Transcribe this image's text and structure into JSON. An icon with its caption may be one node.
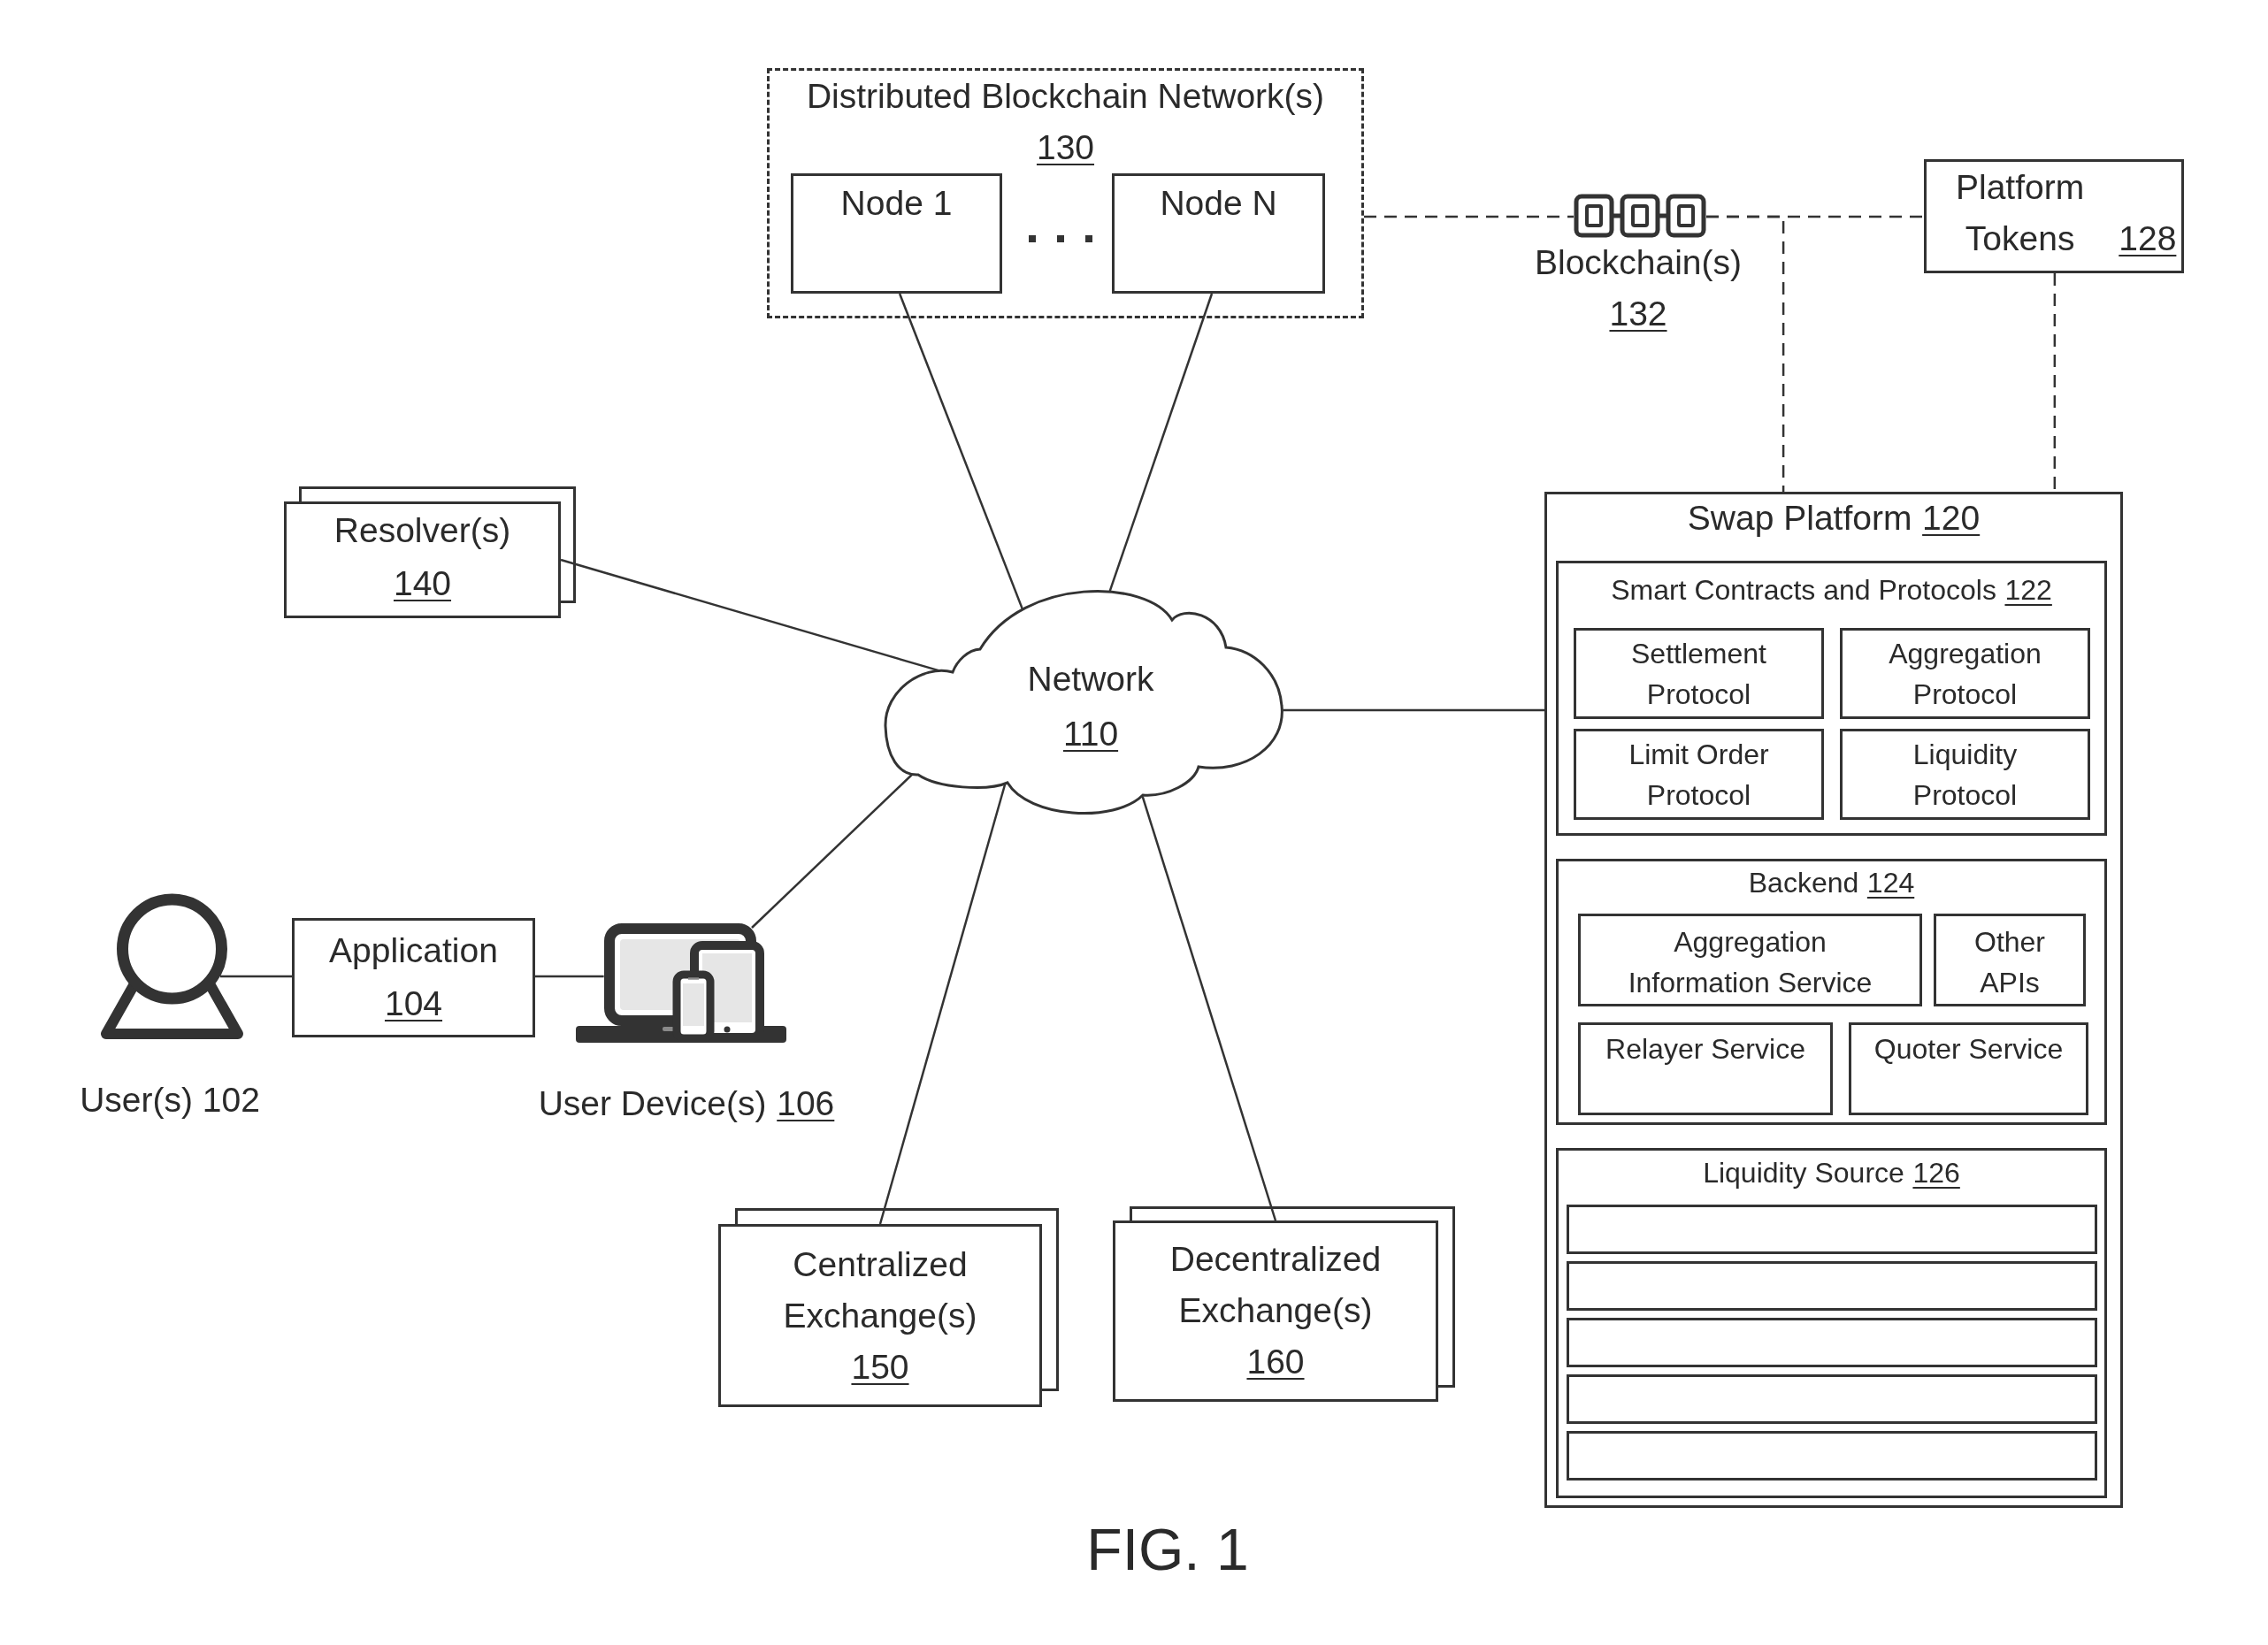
{
  "diagram": {
    "caption": "FIG. 1",
    "nodes": [
      {
        "text": [
          "Distributed Blockchain Network(s)",
          "130"
        ]
      },
      {
        "text": [
          "Node 1"
        ],
        "in": 0
      },
      {
        "text": [
          "Node N"
        ],
        "in": 0
      },
      {
        "text": [],
        "shape": "picture",
        "beside": [
          "Blockchain(s)",
          "132"
        ]
      },
      {
        "text": [
          "Platform Tokens",
          "128"
        ]
      },
      {
        "text": [
          "Resolver(s)",
          "140"
        ]
      },
      {
        "text": [
          "Network",
          "110"
        ]
      },
      {
        "text": [
          "Swap Platform",
          "120"
        ]
      },
      {
        "text": [
          "Smart Contracts and Protocols",
          "122"
        ],
        "in": 7
      },
      {
        "text": [
          "Settlement Protocol"
        ],
        "in": 8
      },
      {
        "text": [
          "Aggregation Protocol"
        ],
        "in": 8
      },
      {
        "text": [
          "Limit Order Protocol"
        ],
        "in": 8
      },
      {
        "text": [
          "Liquidity Protocol"
        ],
        "in": 8
      },
      {
        "text": [
          "Backend",
          "124"
        ],
        "in": 7
      },
      {
        "text": [
          "Aggregation Information Service"
        ],
        "in": 13
      },
      {
        "text": [
          "Other APIs"
        ],
        "in": 13
      },
      {
        "text": [
          "Relayer Service"
        ],
        "in": 13
      },
      {
        "text": [
          "Quoter Service"
        ],
        "in": 13
      },
      {
        "text": [
          "Liquidity Source",
          "126"
        ],
        "in": 7
      },
      {
        "text": [],
        "shape": "box",
        "in": 18
      },
      {
        "text": [],
        "shape": "box",
        "in": 18
      },
      {
        "text": [],
        "shape": "box",
        "in": 18
      },
      {
        "text": [],
        "shape": "box",
        "in": 18
      },
      {
        "text": [],
        "shape": "box",
        "in": 18
      },
      {
        "text": [],
        "shape": "person",
        "beside": [
          "User(s) 102"
        ]
      },
      {
        "text": [
          "Application",
          "104"
        ]
      },
      {
        "text": [],
        "shape": "picture",
        "beside": [
          "User Device(s)",
          "106"
        ]
      },
      {
        "text": [
          "Centralized Exchange(s)",
          "150"
        ]
      },
      {
        "text": [
          "Decentralized Exchange(s)",
          "160"
        ]
      }
    ],
    "edges": [
      {
        "from": 1,
        "to": 6,
        "arrow": "none"
      },
      {
        "from": 2,
        "to": 6,
        "arrow": "none"
      },
      {
        "from": 5,
        "to": 6,
        "arrow": "none"
      },
      {
        "from": 6,
        "to": 7,
        "arrow": "none"
      },
      {
        "from": 26,
        "to": 6,
        "arrow": "none"
      },
      {
        "from": 6,
        "to": 27,
        "arrow": "none"
      },
      {
        "from": 6,
        "to": 28,
        "arrow": "none"
      },
      {
        "from": 24,
        "to": 25,
        "arrow": "none"
      },
      {
        "from": 25,
        "to": 26,
        "arrow": "none"
      },
      {
        "from": 0,
        "to": 3,
        "arrow": "none",
        "style": "dashed"
      },
      {
        "from": 3,
        "to": 4,
        "arrow": "none",
        "style": "dashed"
      },
      {
        "from": 3,
        "to": 7,
        "arrow": "none",
        "style": "dashed"
      },
      {
        "from": 4,
        "to": 7,
        "arrow": "none",
        "style": "dashed"
      }
    ]
  }
}
